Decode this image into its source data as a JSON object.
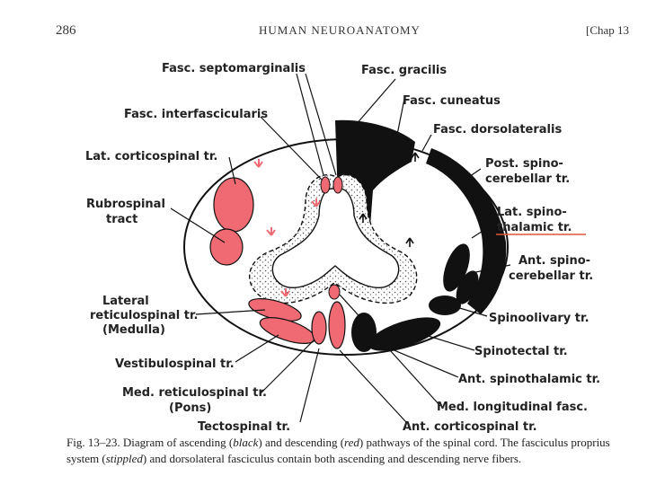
{
  "header": {
    "page_number": "286",
    "book_title": "HUMAN NEUROANATOMY",
    "chapter": "[Chap 13"
  },
  "labels": {
    "fasc_septomarginalis": "Fasc. septomarginalis",
    "fasc_gracilis": "Fasc. gracilis",
    "fasc_interfascicularis": "Fasc. interfascicularis",
    "fasc_cuneatus": "Fasc. cuneatus",
    "fasc_dorsolateralis": "Fasc. dorsolateralis",
    "lat_corticospinal": "Lat. corticospinal tr.",
    "post_spinocerebellar_1": "Post. spino-",
    "post_spinocerebellar_2": "cerebellar tr.",
    "rubrospinal_1": "Rubrospinal",
    "rubrospinal_2": "tract",
    "lat_spinothalamic_1": "Lat. spino-",
    "lat_spinothalamic_2": "thalamic tr.",
    "ant_spinocerebellar_1": "Ant. spino-",
    "ant_spinocerebellar_2": "cerebellar tr.",
    "lateral_reticulospinal_1": "Lateral",
    "lateral_reticulospinal_2": "reticulospinal tr.",
    "lateral_reticulospinal_3": "(Medulla)",
    "spinoolivary": "Spinoolivary tr.",
    "vestibulospinal": "Vestibulospinal tr.",
    "spinotectal": "Spinotectal tr.",
    "med_reticulospinal_1": "Med. reticulospinal tr.",
    "med_reticulospinal_2": "(Pons)",
    "ant_spinothalamic": "Ant. spinothalamic tr.",
    "med_longitudinal": "Med. longitudinal fasc.",
    "tectospinal": "Tectospinal tr.",
    "ant_corticospinal": "Ant. corticospinal tr."
  },
  "caption": {
    "fig": "Fig. 13–23.",
    "text_1": " Diagram of ascending (",
    "black": "black",
    "text_2": ") and descending (",
    "red": "red",
    "text_3": ") pathways of the spinal cord. The fasciculus proprius system (",
    "stippled": "stippled",
    "text_4": ") and dorsolateral fasciculus contain both ascending and descending nerve fibers."
  },
  "colors": {
    "ascending": "#111111",
    "descending": "#f06a73",
    "highlight_underline": "#e0553c"
  }
}
